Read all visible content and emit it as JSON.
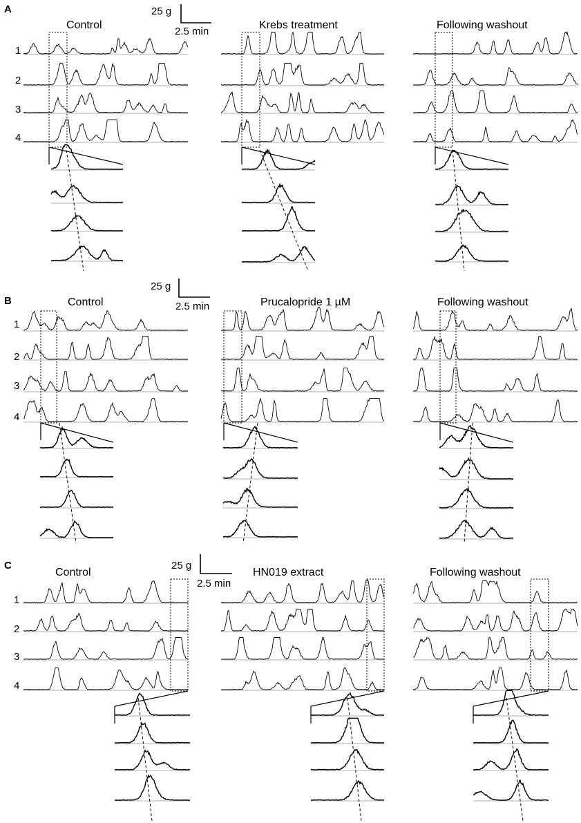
{
  "panels": [
    {
      "letter": "A",
      "scale_force": "25 g",
      "scale_time": "2.5 min",
      "conditions": [
        "Control",
        "Krebs treatment",
        "Following washout"
      ]
    },
    {
      "letter": "B",
      "scale_force": "25 g",
      "scale_time": "2.5 min",
      "conditions": [
        "Control",
        "Prucalopride 1 µM",
        "Following washout"
      ]
    },
    {
      "letter": "C",
      "scale_force": "25 g",
      "scale_time": "2.5 min",
      "conditions": [
        "Control",
        "HN019 extract",
        "Following washout"
      ]
    }
  ],
  "trace_row_labels": [
    "1",
    "2",
    "3",
    "4"
  ],
  "colors": {
    "trace": "#000000",
    "baseline": "#999999"
  }
}
